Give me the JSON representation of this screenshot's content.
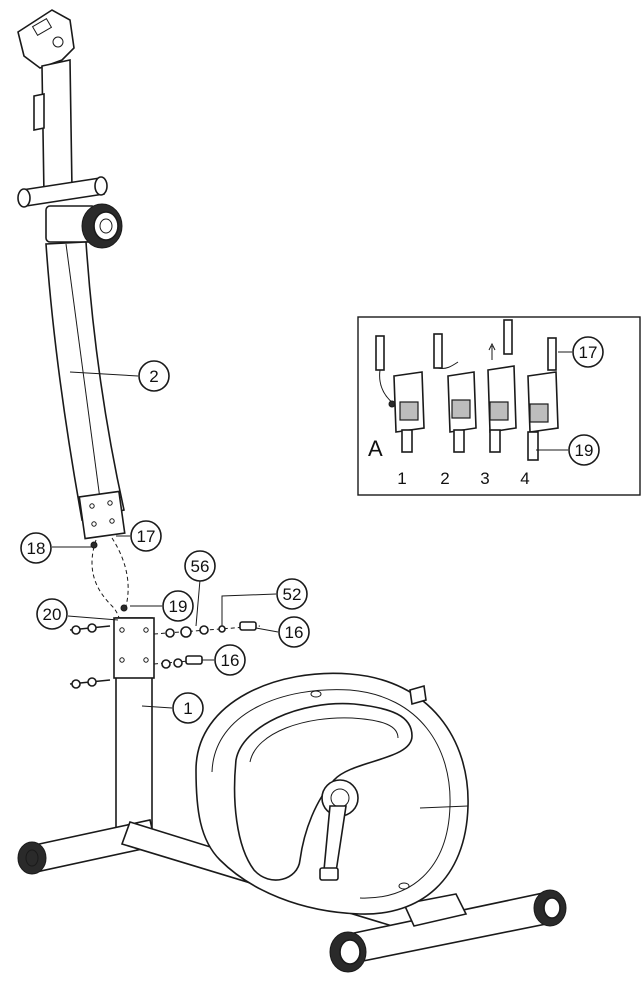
{
  "callouts": {
    "c2": "2",
    "c17_main": "17",
    "c18": "18",
    "c56": "56",
    "c52": "52",
    "c20": "20",
    "c19_main": "19",
    "c16_top": "16",
    "c16_bottom": "16",
    "c1": "1"
  },
  "inset": {
    "label": "A",
    "steps": [
      "1",
      "2",
      "3",
      "4"
    ],
    "c17": "17",
    "c19": "19"
  },
  "colors": {
    "line": "#1a1a1a",
    "background": "#ffffff"
  }
}
